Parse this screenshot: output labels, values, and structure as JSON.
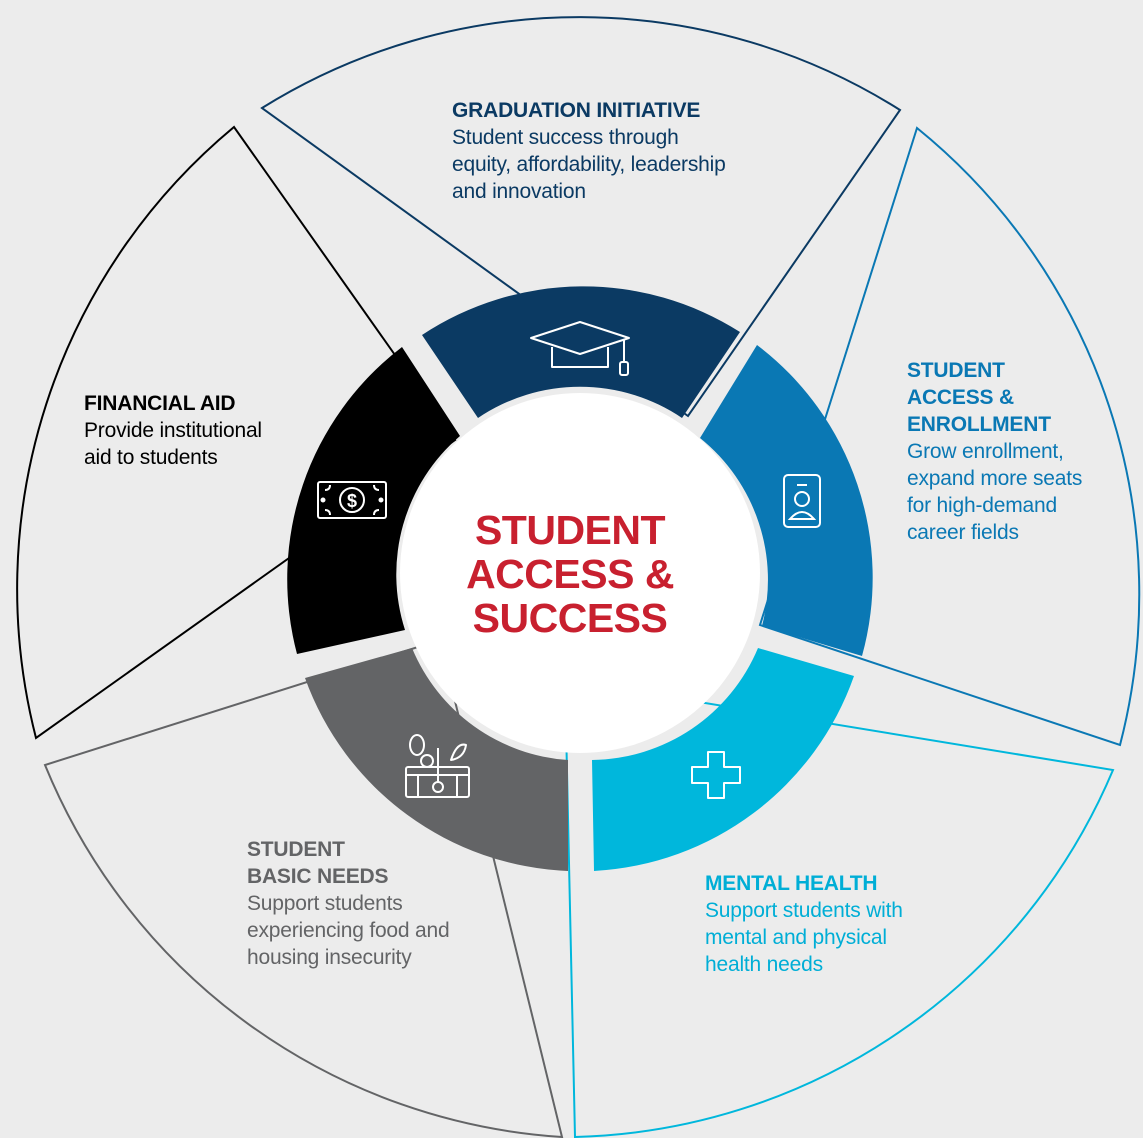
{
  "center": {
    "lines": [
      "STUDENT",
      "ACCESS &",
      "SUCCESS"
    ],
    "color": "#c8202f"
  },
  "segments": [
    {
      "id": "graduation-initiative",
      "title_lines": [
        "GRADUATION INITIATIVE"
      ],
      "desc_lines": [
        "Student success through",
        "equity, affordability, leadership",
        "and innovation"
      ],
      "color": "#0b3a63",
      "text_color": "#0b3a63",
      "icon": "graduation-cap-icon"
    },
    {
      "id": "student-access-enrollment",
      "title_lines": [
        "STUDENT",
        "ACCESS &",
        "ENROLLMENT"
      ],
      "desc_lines": [
        "Grow enrollment,",
        "expand more seats",
        "for high-demand",
        "career fields"
      ],
      "color": "#0a78b4",
      "text_color": "#0a78b4",
      "icon": "id-badge-icon"
    },
    {
      "id": "mental-health",
      "title_lines": [
        "MENTAL HEALTH"
      ],
      "desc_lines": [
        "Support students with",
        "mental and physical",
        "health needs"
      ],
      "color": "#00b7dc",
      "text_color": "#00aed6",
      "icon": "medical-cross-icon"
    },
    {
      "id": "student-basic-needs",
      "title_lines": [
        "STUDENT",
        "BASIC NEEDS"
      ],
      "desc_lines": [
        "Support students",
        "experiencing food and",
        "housing insecurity"
      ],
      "color": "#636466",
      "text_color": "#636466",
      "icon": "grocery-basket-icon"
    },
    {
      "id": "financial-aid",
      "title_lines": [
        "FINANCIAL AID"
      ],
      "desc_lines": [
        "Provide institutional",
        "aid to students"
      ],
      "color": "#000000",
      "text_color": "#000000",
      "icon": "money-bill-icon"
    }
  ]
}
